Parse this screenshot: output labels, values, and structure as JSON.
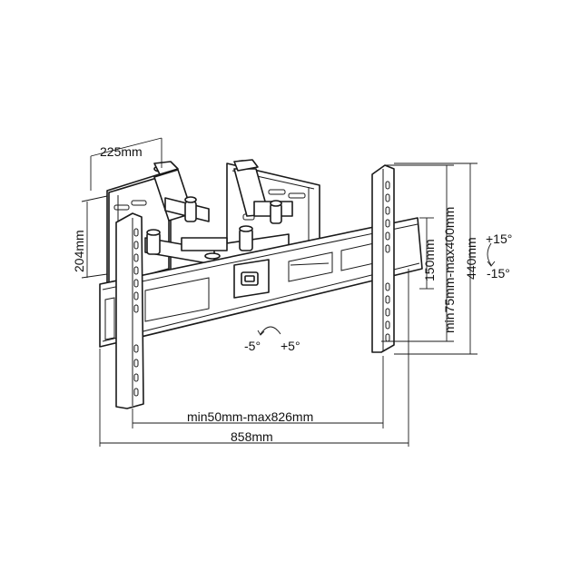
{
  "dimensions": {
    "arm_depth": "225mm",
    "plate_height": "204mm",
    "vesa_vertical_spacing": "150mm",
    "rail_height_range": "min75mm-max400mm",
    "overall_height": "440mm",
    "rail_spacing_range": "min50mm-max826mm",
    "overall_width": "858mm"
  },
  "angles": {
    "tilt_up": "+15°",
    "tilt_down": "-15°",
    "swivel_left": "-5°",
    "swivel_right": "+5°"
  }
}
